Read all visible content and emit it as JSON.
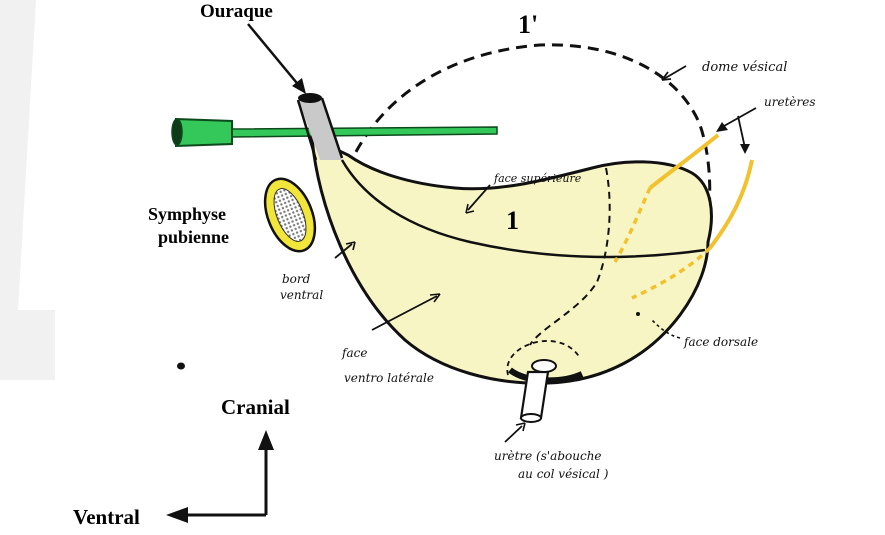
{
  "labels": {
    "ouraque": "Ouraque",
    "symphyse_line1": "Symphyse",
    "symphyse_line2": "pubienne",
    "cranial": "Cranial",
    "ventral": "Ventral",
    "num_1prime": "1'",
    "num_1": "1"
  },
  "annotations": {
    "dome_vesical": "dome vésical",
    "ureteres": "uretères",
    "face_superieure": "face supérieure",
    "bord_ventral_1": "bord",
    "bord_ventral_2": "ventral",
    "face_ventrolaterale_1": "face",
    "face_ventrolaterale_2": "ventro latérale",
    "face_dorsale": "face dorsale",
    "uretre_1": "urètre  (s'abouche",
    "uretre_2": "au col vésical )"
  },
  "colors": {
    "bladder_fill": "#f8f5c4",
    "catheter_green": "#34c75a",
    "ureter_yellow": "#f2c12e",
    "symphysis_yellow": "#f2e63a",
    "symphysis_core": "#b8b8b8",
    "outline": "#111111"
  }
}
